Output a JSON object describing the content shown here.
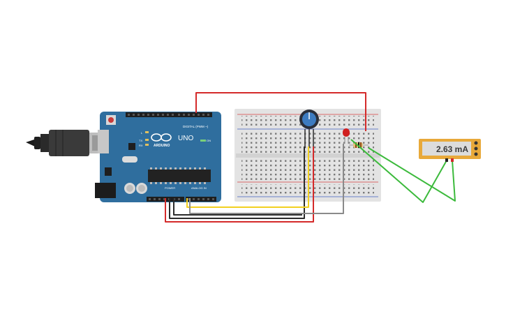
{
  "circuit": {
    "arduino": {
      "brand": "ARDUINO",
      "model": "UNO",
      "digital_label": "DIGITAL (PWM ~)",
      "power_label": "POWER",
      "analog_label": "ANALOG IN",
      "tx_label": "TX",
      "rx_label": "RX",
      "l_label": "L",
      "on_label": "ON"
    },
    "multimeter": {
      "reading": "2.63 mA"
    },
    "colors": {
      "board": "#2f6e9e",
      "wire_red": "#d42a2a",
      "wire_black": "#2b2b2b",
      "wire_yellow": "#f2d020",
      "wire_gray": "#8a8a8a",
      "wire_green": "#3cba3c",
      "meter_body": "#e8a93a",
      "led": "#d02020"
    }
  }
}
